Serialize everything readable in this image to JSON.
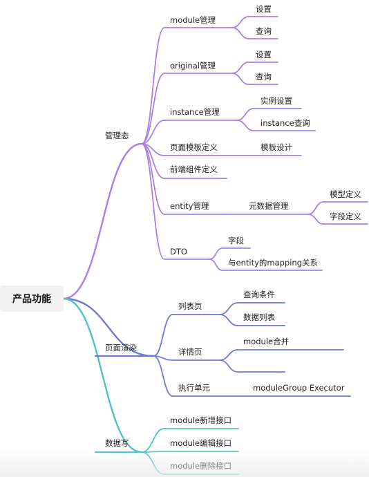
{
  "root": {
    "label": "产品功能"
  },
  "colors": {
    "purple": "#a880e6",
    "blue": "#6f78d6",
    "teal": "#4ec3c3"
  },
  "branches": {
    "manage": {
      "label": "管理态",
      "module": {
        "label": "module管理",
        "children": [
          "设置",
          "查询"
        ]
      },
      "original": {
        "label": "original管理",
        "children": [
          "设置",
          "查询"
        ]
      },
      "instance": {
        "label": "instance管理",
        "children": [
          "实例设置",
          "instance查询"
        ]
      },
      "page_template": {
        "label": "页面模板定义",
        "children": [
          "模板设计"
        ]
      },
      "frontend_component": {
        "label": "前端组件定义"
      },
      "entity": {
        "label": "entity管理",
        "metadata": {
          "label": "元数据管理",
          "children": [
            "模型定义",
            "字段定义"
          ]
        }
      },
      "dto": {
        "label": "DTO",
        "children": [
          "字段",
          "与entity的mapping关系"
        ]
      }
    },
    "render": {
      "label": "页面渲染",
      "list_page": {
        "label": "列表页",
        "children": [
          "查询条件",
          "数据列表"
        ]
      },
      "detail_page": {
        "label": "详情页",
        "children": [
          "module合并",
          ""
        ]
      },
      "exec_unit": {
        "label": "执行单元",
        "children": [
          "moduleGroup Executor"
        ]
      }
    },
    "write": {
      "label": "数据写",
      "children": [
        "module新增接口",
        "module编辑接口",
        "module删除接口"
      ]
    }
  }
}
